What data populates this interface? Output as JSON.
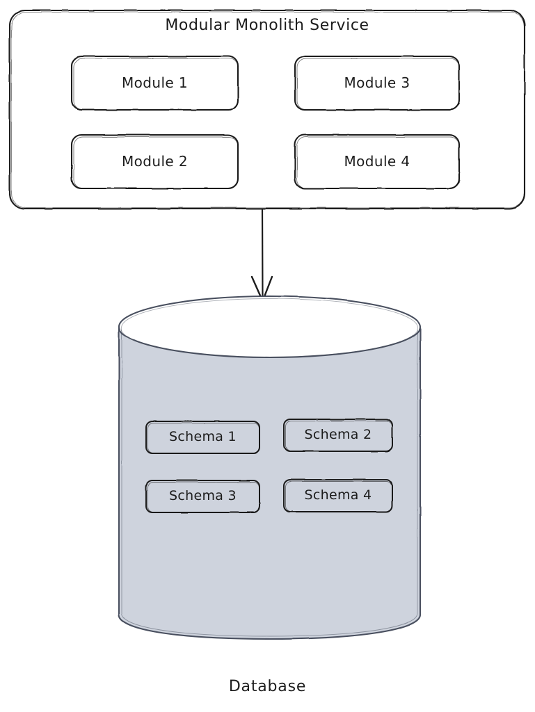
{
  "diagram": {
    "title": "Modular Monolith Service",
    "database_label": "Database",
    "stroke_color": "#1a1a1a",
    "container_fill": "#ffffff",
    "cylinder_fill": "#ced3dd",
    "cylinder_top_fill": "#ffffff",
    "cylinder_stroke": "#48505e",
    "background": "#ffffff"
  },
  "service": {
    "title": "Modular Monolith Service",
    "modules": [
      {
        "label": "Module 1"
      },
      {
        "label": "Module 2"
      },
      {
        "label": "Module 3"
      },
      {
        "label": "Module 4"
      }
    ]
  },
  "database": {
    "label": "Database",
    "schemas": [
      {
        "label": "Schema 1"
      },
      {
        "label": "Schema 2"
      },
      {
        "label": "Schema 3"
      },
      {
        "label": "Schema 4"
      }
    ]
  },
  "connector": {
    "from": "Modular Monolith Service",
    "to": "Database",
    "arrow_direction": "down"
  }
}
